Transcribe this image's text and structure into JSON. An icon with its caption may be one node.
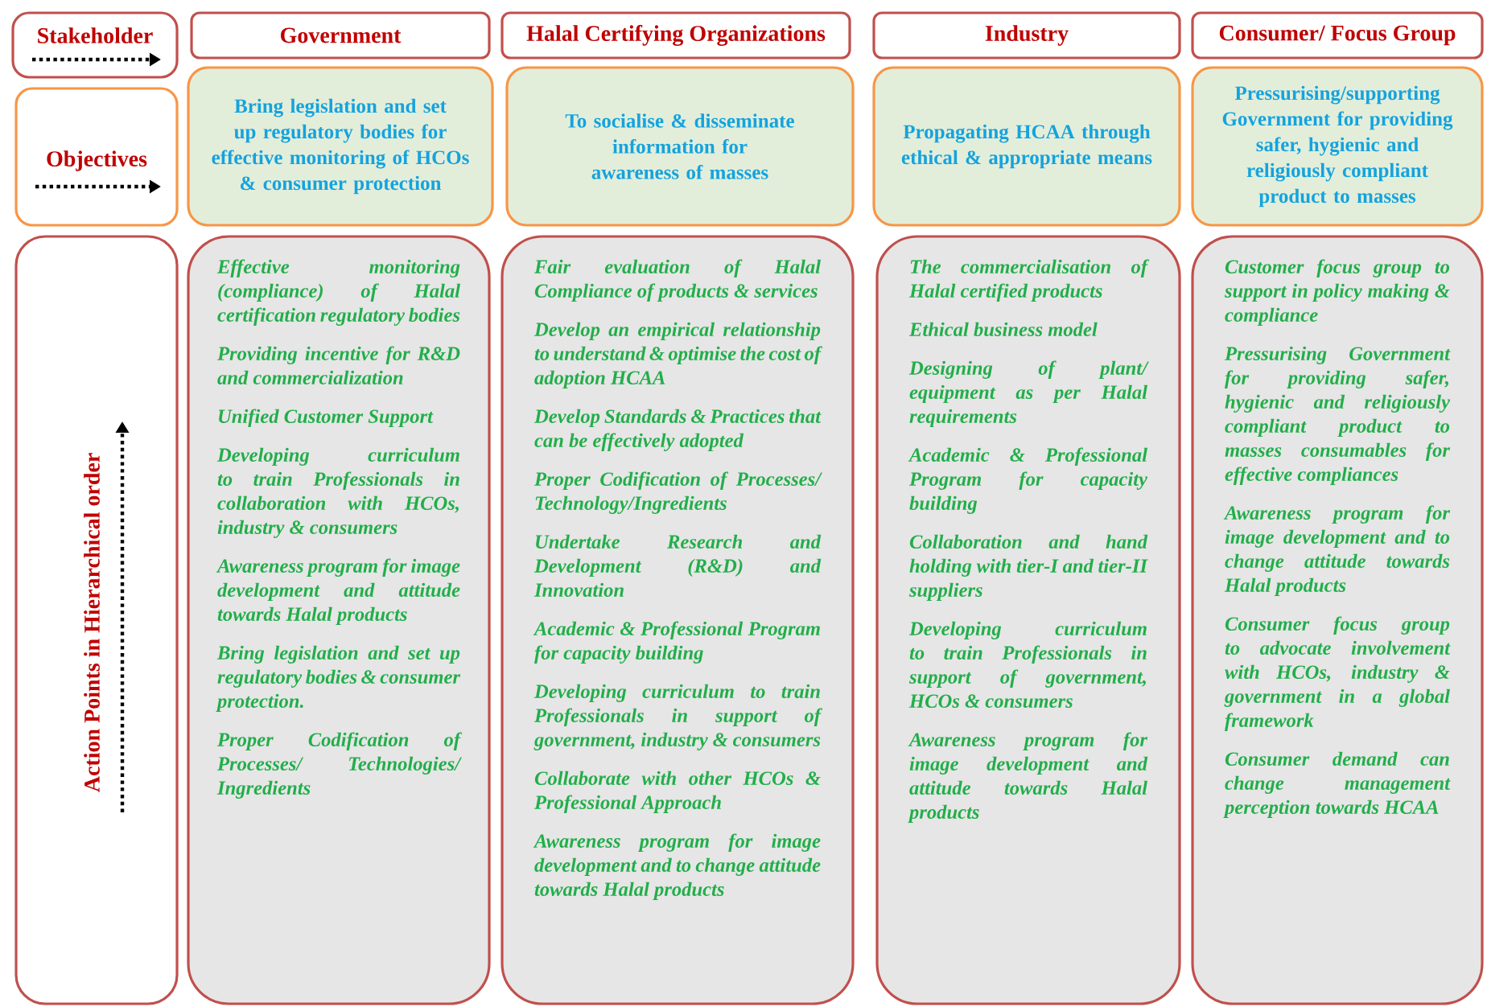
{
  "diagram": {
    "nodes": [
      {
        "text": [
          "Stakeholder"
        ]
      },
      {
        "text": [
          "Government"
        ]
      },
      {
        "text": [
          "Halal Certifying Organizations"
        ]
      },
      {
        "text": [
          "Industry"
        ]
      },
      {
        "text": [
          "Consumer/ Focus Group"
        ]
      },
      {
        "text": [
          "Objectives"
        ]
      },
      {
        "text": [
          "Bring legislation and set up regulatory bodies for effective monitoring of HCOs & consumer protection"
        ]
      },
      {
        "text": [
          "To socialise & disseminate information for awareness of masses"
        ]
      },
      {
        "text": [
          "Propagating HCAA through ethical & appropriate means"
        ]
      },
      {
        "text": [
          "Pressurising/supporting Government for providing safer, hygienic and religiously compliant product to masses"
        ]
      },
      {
        "text": [
          "Action Points in Hierarchical order"
        ]
      },
      {
        "text": [
          "Effective monitoring (compliance) of Halal certification regulatory bodies",
          "Providing incentive for R&D and commercialization",
          "Unified Customer Support",
          "Developing curriculum to train Professionals in collaboration with HCOs, industry & consumers",
          "Awareness program for image development and attitude towards Halal products",
          "Bring legislation and set up regulatory bodies & consumer protection.",
          "Proper Codification of Processes/ Technologies/ Ingredients"
        ]
      },
      {
        "text": [
          "Fair evaluation of Halal Compliance of products & services",
          "Develop an empirical relationship to understand & optimise the cost of adoption HCAA",
          "Develop Standards & Practices that can be effectively adopted",
          "Proper Codification of Processes/ Technology/Ingredients",
          "Undertake Research and Development (R&D) and Innovation",
          "Academic & Professional Program for capacity building",
          "Developing curriculum to train Professionals in support of government, industry & consumers",
          "Collaborate with other HCOs & Professional Approach",
          "Awareness program for image development and to change attitude towards Halal products"
        ]
      },
      {
        "text": [
          "The commercialisation of Halal certified products",
          "Ethical business model",
          "Designing of plant/ equipment as per Halal requirements",
          "Academic & Professional Program for capacity building",
          "Collaboration and hand holding with tier-I and tier-II suppliers",
          "Developing curriculum to train Professionals in support of government, HCOs & consumers",
          "Awareness program for image development and attitude towards Halal products"
        ]
      },
      {
        "text": [
          "Customer focus group to support in policy making & compliance",
          "Pressurising Government for providing safer, hygienic and religiously compliant product to masses consumables for effective compliances",
          "Awareness program for image development and to change attitude towards Halal products",
          "Consumer focus group to advocate involvement with HCOs, industry & government in a global framework",
          "Consumer demand can change management perception towards HCAA"
        ]
      }
    ]
  }
}
